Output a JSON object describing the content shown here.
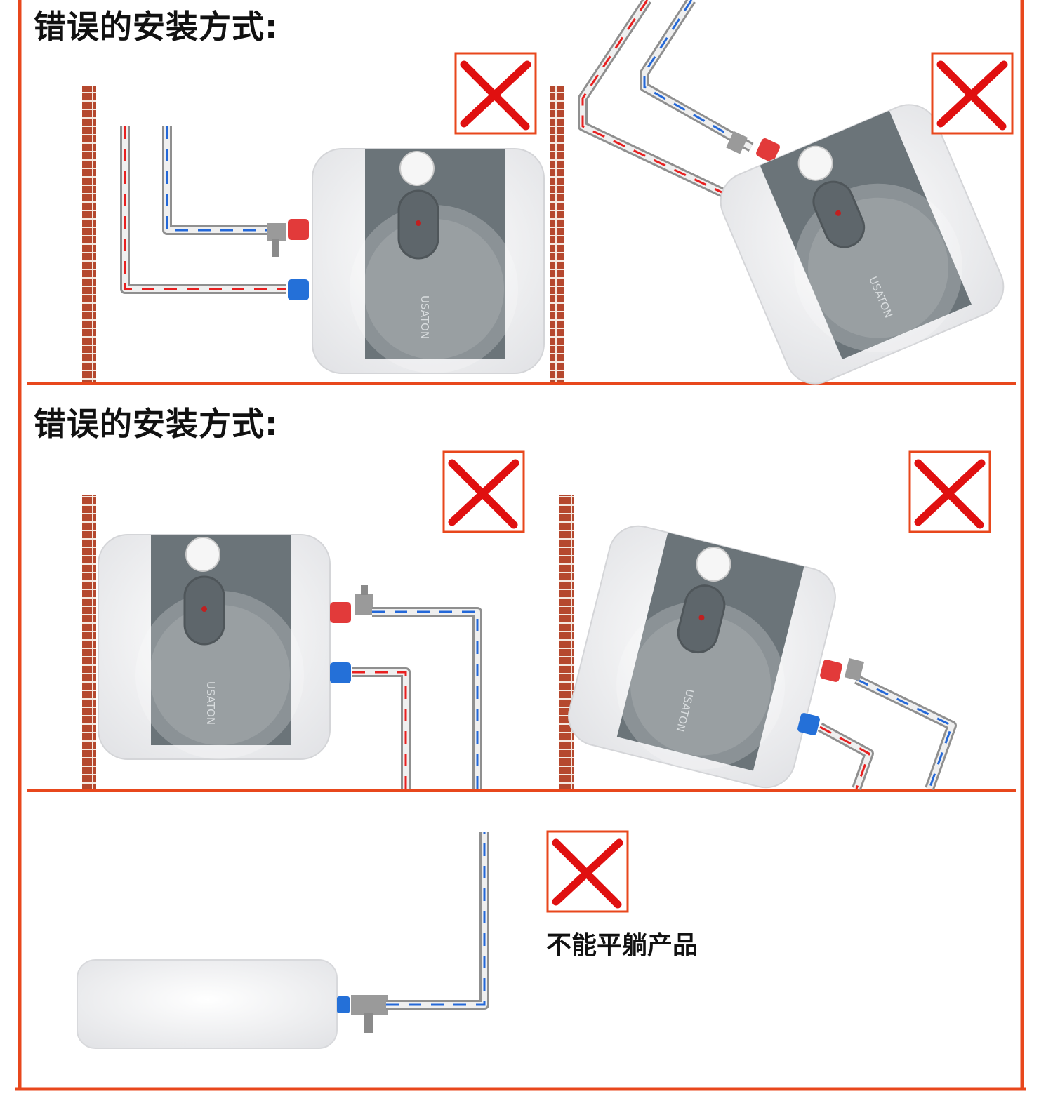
{
  "section_title_1": "错误的安装方式:",
  "section_title_2": "错误的安装方式:",
  "caption_flat": "不能平躺产品",
  "brand_text": "USATON",
  "colors": {
    "frame": "#e8471c",
    "cross": "#e01010",
    "hot": "#e82020",
    "cold": "#2468d8",
    "panel": "#6b7479",
    "body": "#eeeef0",
    "brick": "#b5482e"
  }
}
